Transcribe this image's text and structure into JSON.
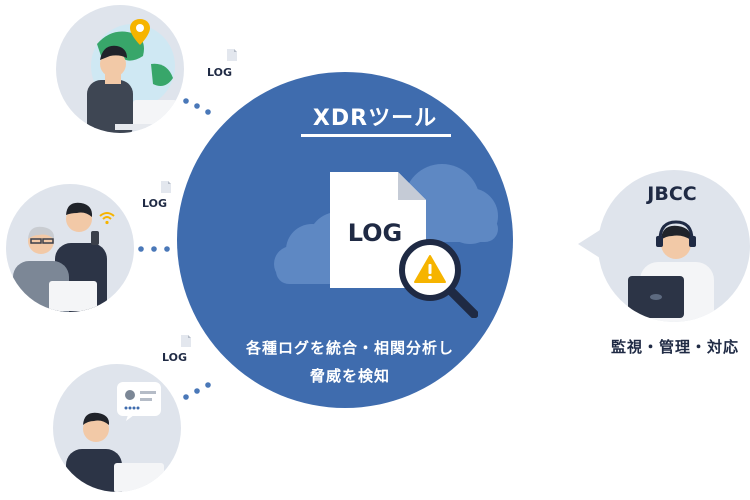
{
  "xdr": {
    "title": "XDRツール",
    "description_line1": "各種ログを統合・相関分析し",
    "description_line2": "脅威を検知",
    "document_label": "LOG"
  },
  "log_tags": [
    "LOG",
    "LOG",
    "LOG"
  ],
  "jbcc": {
    "name": "JBCC",
    "caption": "監視・管理・対応"
  },
  "colors": {
    "main_circle": "#3f6cae",
    "user_circle": "#dfe4ec",
    "dots": "#4a78b8",
    "dark_text": "#1f2a44",
    "warning": "#f6b400"
  },
  "icons": [
    "log-document-icon",
    "magnifier-icon",
    "warning-icon",
    "cloud-icon",
    "map-pin-icon",
    "wifi-icon",
    "user-profile-icon",
    "headset-icon"
  ]
}
